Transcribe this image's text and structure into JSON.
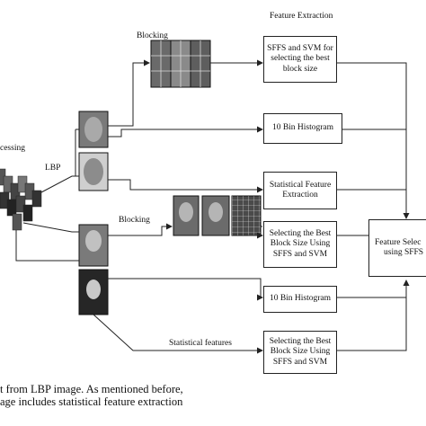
{
  "labels": {
    "feature_extraction": "Feature Extraction",
    "blocking_top": "Blocking",
    "preprocessing": "cessing",
    "lbp": "LBP",
    "blocking_mid": "Blocking",
    "statistical_features": "Statistical features"
  },
  "boxes": {
    "sffs_svm_best": [
      "SFFS and SVM for",
      "selecting the best",
      "block size"
    ],
    "hist_top": [
      "10 Bin Histogram"
    ],
    "stat_extract": [
      "Statistical Feature",
      "Extraction"
    ],
    "select_block_mid": [
      "Selecting the Best",
      "Block Size Using",
      "SFFS and SVM"
    ],
    "hist_bottom": [
      "10 Bin Histogram"
    ],
    "select_block_bottom": [
      "Selecting the Best",
      "Block Size Using",
      "SFFS and SVM"
    ],
    "feature_selection": [
      "Feature Selec",
      "using SFFS"
    ]
  },
  "caption": {
    "line1": "t from LBP image. As mentioned before,",
    "line2": "age includes statistical feature extraction"
  }
}
